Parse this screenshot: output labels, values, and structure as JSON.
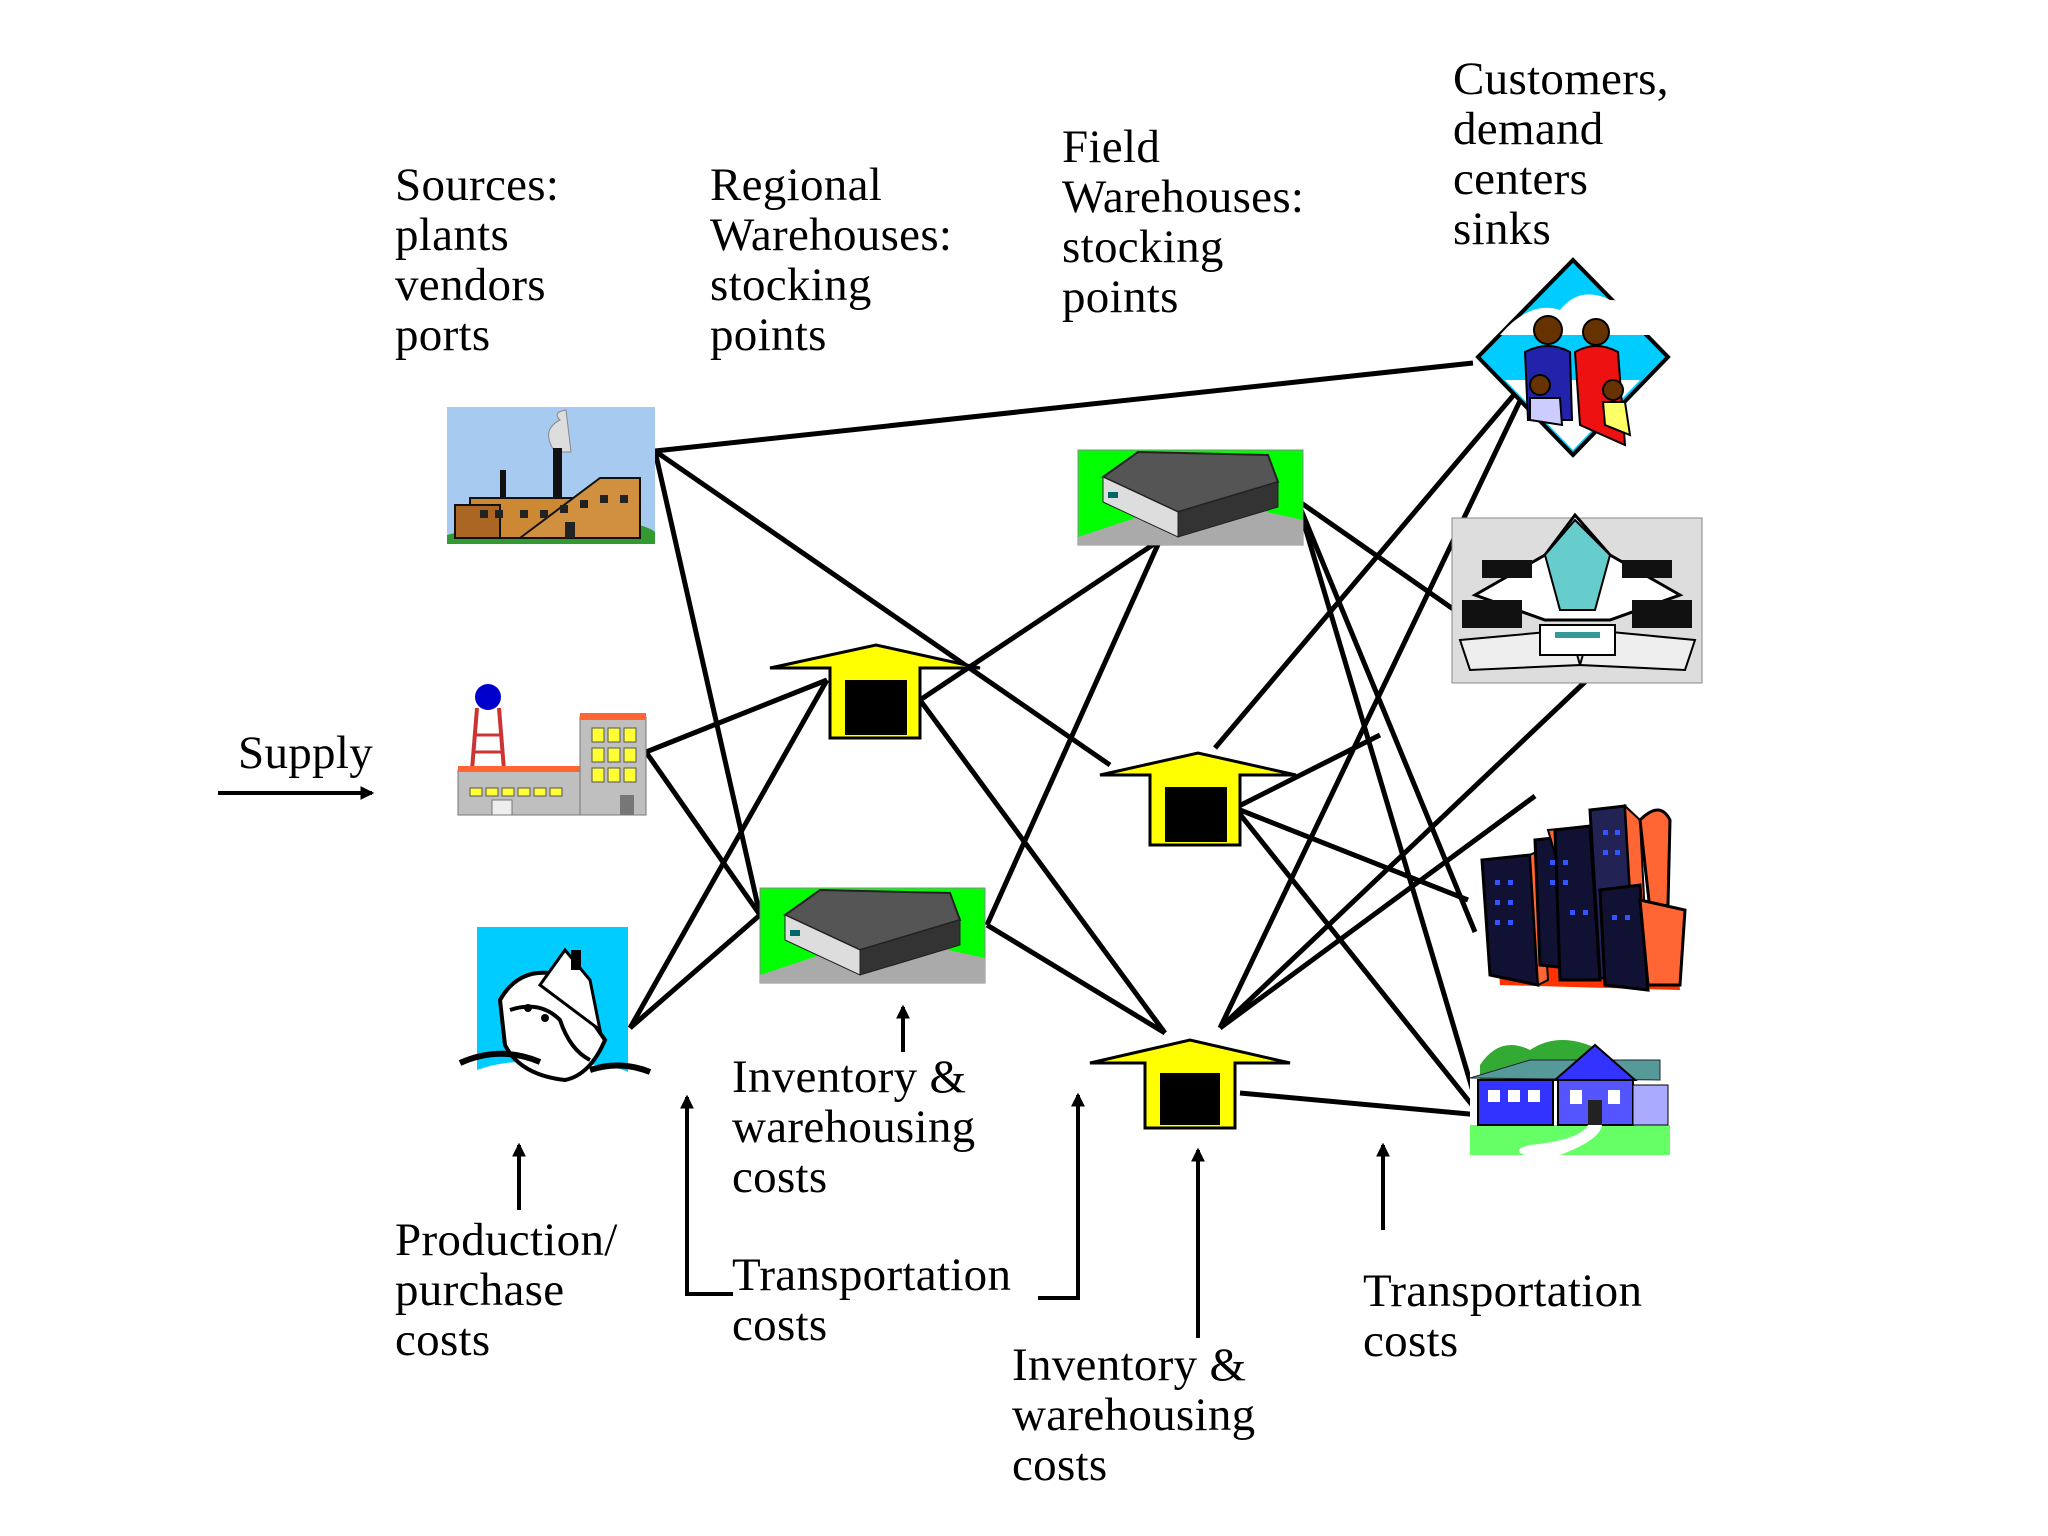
{
  "headers": {
    "sources": "Sources:\nplants\nvendors\nports",
    "regional": "Regional\nWarehouses:\nstocking\npoints",
    "field": "Field\nWarehouses:\nstocking\npoints",
    "customers": "Customers,\ndemand\ncenters\nsinks"
  },
  "labels": {
    "supply": "Supply",
    "production_costs": "Production/\npurchase\ncosts",
    "inventory_costs_1": "Inventory &\nwarehousing\ncosts",
    "transportation_costs_1": "Transportation\ncosts",
    "inventory_costs_2": "Inventory &\nwarehousing\ncosts",
    "transportation_costs_2": "Transportation\ncosts"
  },
  "colors": {
    "warehouse_yellow": "#ffff00",
    "field_green": "#00ff00",
    "sky_blue": "#a6caf0",
    "water_cyan": "#00ccff",
    "building_orange": "#ff6633",
    "house_blue": "#3333ff"
  },
  "icons": {
    "source_1": "factory-smokestack-icon",
    "source_2": "plant-water-tower-icon",
    "source_3": "ship-port-icon",
    "regional_1": "arrow-warehouse-icon",
    "regional_2": "warehouse-building-icon",
    "field_1": "warehouse-building-icon",
    "field_2": "arrow-warehouse-icon",
    "field_3": "arrow-warehouse-icon",
    "customer_1": "family-icon",
    "customer_2": "shopping-mall-icon",
    "customer_3": "city-buildings-icon",
    "customer_4": "house-icon"
  }
}
